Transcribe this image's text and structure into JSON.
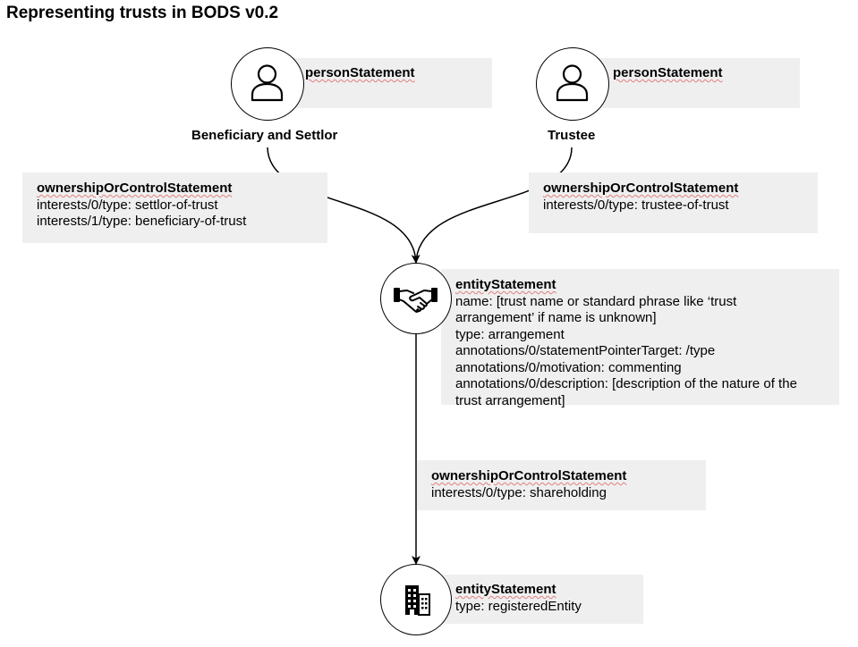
{
  "title": "Representing trusts in BODS v0.2",
  "nodes": {
    "beneficiary": {
      "box_heading": "personStatement",
      "label": "Beneficiary and Settlor"
    },
    "trustee": {
      "box_heading": "personStatement",
      "label": "Trustee"
    },
    "trust": {
      "box_heading": "entityStatement",
      "lines": [
        "name: [trust name or standard phrase like ‘trust",
        "arrangement’ if name is unknown]",
        "type: arrangement",
        "annotations/0/statementPointerTarget: /type",
        "annotations/0/motivation: commenting",
        "annotations/0/description: [description of the nature of the",
        "trust arrangement]"
      ]
    },
    "registered_entity": {
      "box_heading": "entityStatement",
      "lines": [
        "type: registeredEntity"
      ]
    }
  },
  "relationships": {
    "beneficiary_to_trust": {
      "heading": "ownershipOrControlStatement",
      "lines": [
        "interests/0/type: settlor-of-trust",
        "interests/1/type: beneficiary-of-trust"
      ]
    },
    "trustee_to_trust": {
      "heading": "ownershipOrControlStatement",
      "lines": [
        "interests/0/type: trustee-of-trust"
      ]
    },
    "trust_to_entity": {
      "heading": "ownershipOrControlStatement",
      "lines": [
        "interests/0/type: shareholding"
      ]
    }
  },
  "icons": {
    "beneficiary": "person-icon",
    "trustee": "person-icon",
    "trust": "handshake-icon",
    "registered_entity": "building-icon"
  },
  "colors": {
    "box_background": "#efefef",
    "line": "#000000",
    "spellcheck_underline": "#e08080"
  }
}
